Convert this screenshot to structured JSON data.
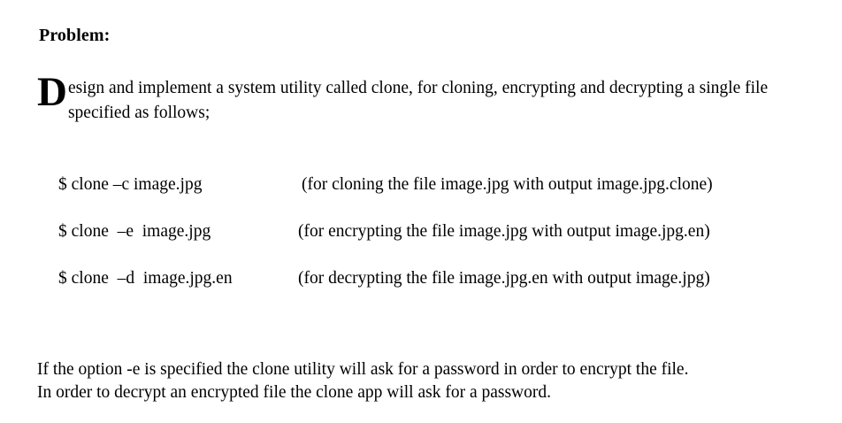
{
  "document": {
    "heading": "Problem:",
    "intro": {
      "dropcap": "D",
      "text": "esign and implement a system utility called clone, for cloning, encrypting and decrypting a single file specified as follows;"
    },
    "commands": [
      {
        "syntax": "$ clone –c image.jpg",
        "description": "(for cloning the file image.jpg with output image.jpg.clone)"
      },
      {
        "syntax": "$ clone  –e  image.jpg",
        "description": "(for encrypting the file image.jpg with output image.jpg.en)"
      },
      {
        "syntax": "$ clone  –d  image.jpg.en",
        "description": "(for decrypting the file image.jpg.en with output image.jpg)"
      }
    ],
    "closing": {
      "line1": "If the option -e is specified the clone utility will ask for a password in order to encrypt the file.",
      "line2": "In order to decrypt an encrypted file the clone app will ask for a password."
    }
  }
}
